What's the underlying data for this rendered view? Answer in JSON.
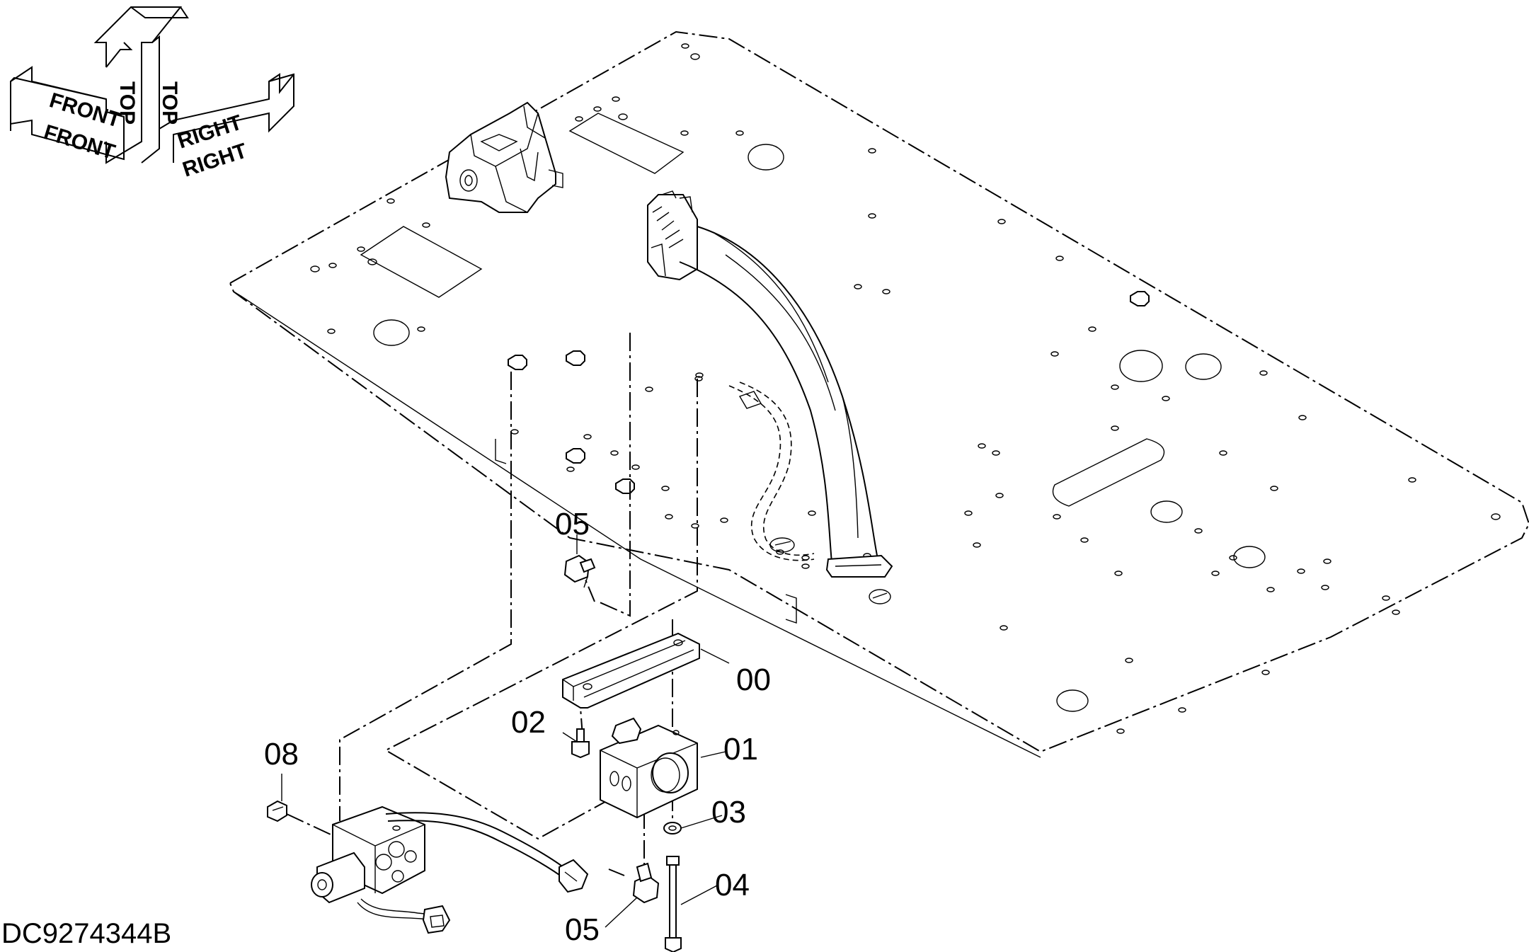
{
  "orientation": {
    "front": "FRONT",
    "top": "TOP",
    "right": "RIGHT"
  },
  "callouts": {
    "c00": "00",
    "c01": "01",
    "c02": "02",
    "c03": "03",
    "c04": "04",
    "c05_upper": "05",
    "c05_lower": "05",
    "c08": "08"
  },
  "document_id": "DC9274344B"
}
